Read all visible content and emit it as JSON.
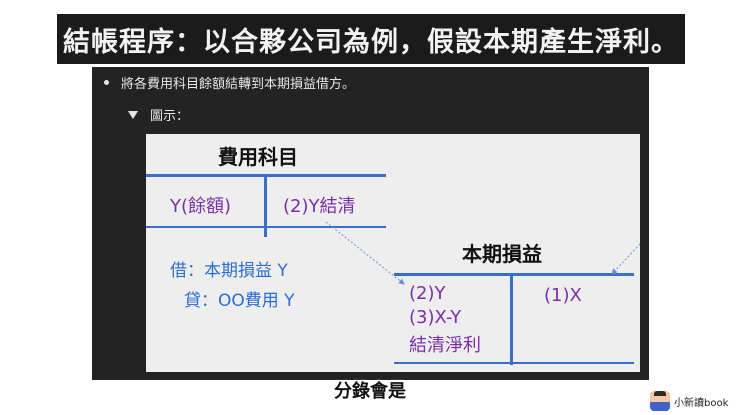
{
  "title": "結帳程序：以合夥公司為例，假設本期產生淨利。",
  "slide": {
    "bullet": "將各費用科目餘額結轉到本期損益借方。",
    "subbullet": "圖示："
  },
  "diagram": {
    "expense_account": {
      "header": "費用科目",
      "left": "Y(餘額)",
      "right": "(2)Y結清"
    },
    "journal_entry": {
      "debit": "借：本期損益    Y",
      "credit": "貸：OO費用      Y"
    },
    "income_summary": {
      "header": "本期損益",
      "left_lines": [
        "(2)Y",
        "(3)X-Y",
        "結清淨利"
      ],
      "right": "(1)X"
    }
  },
  "caption": "分錄會是",
  "watermark": {
    "text": "小新讀book"
  },
  "colors": {
    "t_account_line": "#3a6fc9",
    "purple_text": "#7b2fa8",
    "blue_text": "#2a6fd0"
  }
}
